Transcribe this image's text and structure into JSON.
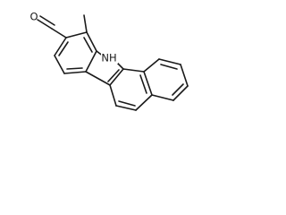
{
  "molecule": {
    "atoms": [
      {
        "id": "O",
        "symbol": "O"
      },
      {
        "id": "NH",
        "symbol": "NH"
      }
    ],
    "bonds": [
      {
        "name": "bond-aldehyde-c-o",
        "order": 2
      },
      {
        "name": "bond-c1-cho",
        "order": 1
      },
      {
        "name": "bond-c2-methyl",
        "order": 1
      },
      {
        "name": "bond-c1-c2",
        "order": 1
      },
      {
        "name": "bond-c2-c3",
        "order": 2
      },
      {
        "name": "bond-c3-c4",
        "order": 1
      },
      {
        "name": "bond-c4-c5",
        "order": 2
      },
      {
        "name": "bond-c5-c6",
        "order": 1
      },
      {
        "name": "bond-c6-c1",
        "order": 2
      },
      {
        "name": "bond-c3-n",
        "order": 1
      },
      {
        "name": "bond-n-c7",
        "order": 1
      },
      {
        "name": "bond-c7-c8",
        "order": 2
      },
      {
        "name": "bond-c8-c4",
        "order": 1
      },
      {
        "name": "bond-c8-c9",
        "order": 1
      },
      {
        "name": "bond-c9-c10",
        "order": 2
      },
      {
        "name": "bond-c10-c11",
        "order": 1
      },
      {
        "name": "bond-c11-c12",
        "order": 2
      },
      {
        "name": "bond-c12-c7",
        "order": 1
      },
      {
        "name": "bond-c11-c13",
        "order": 1
      },
      {
        "name": "bond-c13-c14",
        "order": 2
      },
      {
        "name": "bond-c14-c15",
        "order": 1
      },
      {
        "name": "bond-c15-c16",
        "order": 2
      },
      {
        "name": "bond-c16-c12",
        "order": 1
      }
    ]
  }
}
